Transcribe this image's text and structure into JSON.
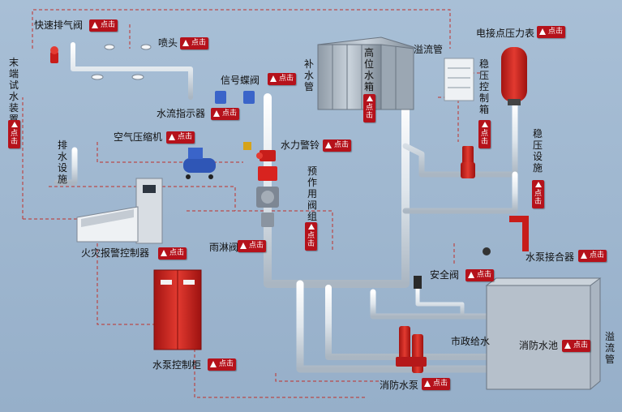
{
  "diagram": {
    "badge_text": "点击",
    "labels": {
      "fast_exhaust_valve": "快速排气阀",
      "sprinkler_head": "喷头",
      "end_test_device": "末端试水装置",
      "drain_facility": "排水设施",
      "signal_butterfly_valve": "信号蝶阀",
      "water_flow_indicator": "水流指示器",
      "air_compressor": "空气压缩机",
      "water_motor_alarm": "水力警铃",
      "preaction_valve_group": "预作用阀组",
      "deluge_valve": "雨淋阀",
      "fire_alarm_controller": "火灾报警控制器",
      "pump_control_cabinet": "水泵控制柜",
      "high_water_tank": "高位水箱",
      "makeup_pipe": "补水管",
      "overflow_pipe_top": "溢流管",
      "contact_pressure_gauge": "电接点压力表",
      "stabilizer_control_box": "稳压控制箱",
      "stabilizer_facility": "稳压设施",
      "pump_adapter": "水泵接合器",
      "safety_valve": "安全阀",
      "fire_pool": "消防水池",
      "municipal_supply": "市政给水",
      "overflow_pipe_right": "溢流管",
      "fire_pump": "消防水泵"
    }
  },
  "colors": {
    "background": "#a8bfd6",
    "pipe": "#e8edf2",
    "badge": "#b5121b",
    "equipment_red": "#d8231f",
    "signal_line": "#c0302a"
  }
}
